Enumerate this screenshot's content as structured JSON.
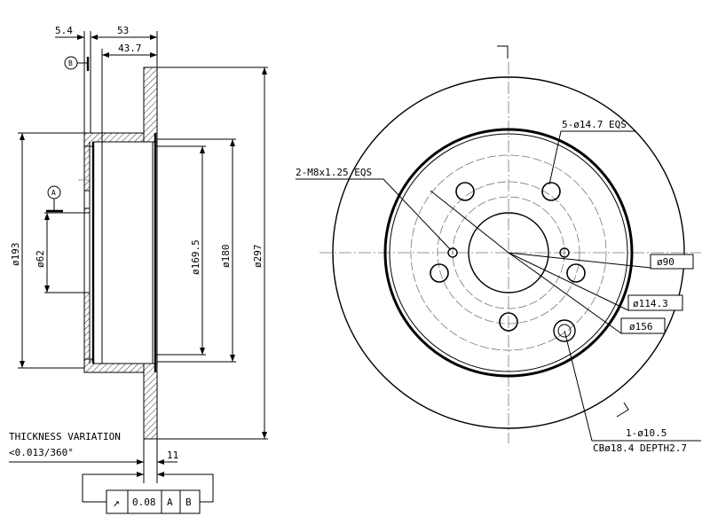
{
  "section_view": {
    "dim_offset": "5.4",
    "dim_total_height": "53",
    "dim_hat_depth": "43.7",
    "datum_a": "A",
    "datum_b": "B",
    "dim_hat_dia": "ø193",
    "dim_center_bore": "ø62",
    "dim_inner_169": "ø169.5",
    "dim_inner_180": "ø180",
    "dim_outer": "ø297",
    "dim_thickness": "11",
    "thickness_variation_label": "THICKNESS VARIATION",
    "thickness_variation_value": "<0.013/360°",
    "runout_tolerance": {
      "symbol": "↗",
      "value": "0.08",
      "datum1": "A",
      "datum2": "B"
    }
  },
  "front_view": {
    "bolt_holes_label": "5-ø14.7 EQS",
    "threaded_holes_label": "2-M8x1.25 EQS",
    "dim_90": "ø90",
    "dim_114": "ø114.3",
    "dim_156": "ø156",
    "cb_hole_line1": "1-ø10.5",
    "cb_hole_line2": "CBø18.4 DEPTH2.7"
  }
}
